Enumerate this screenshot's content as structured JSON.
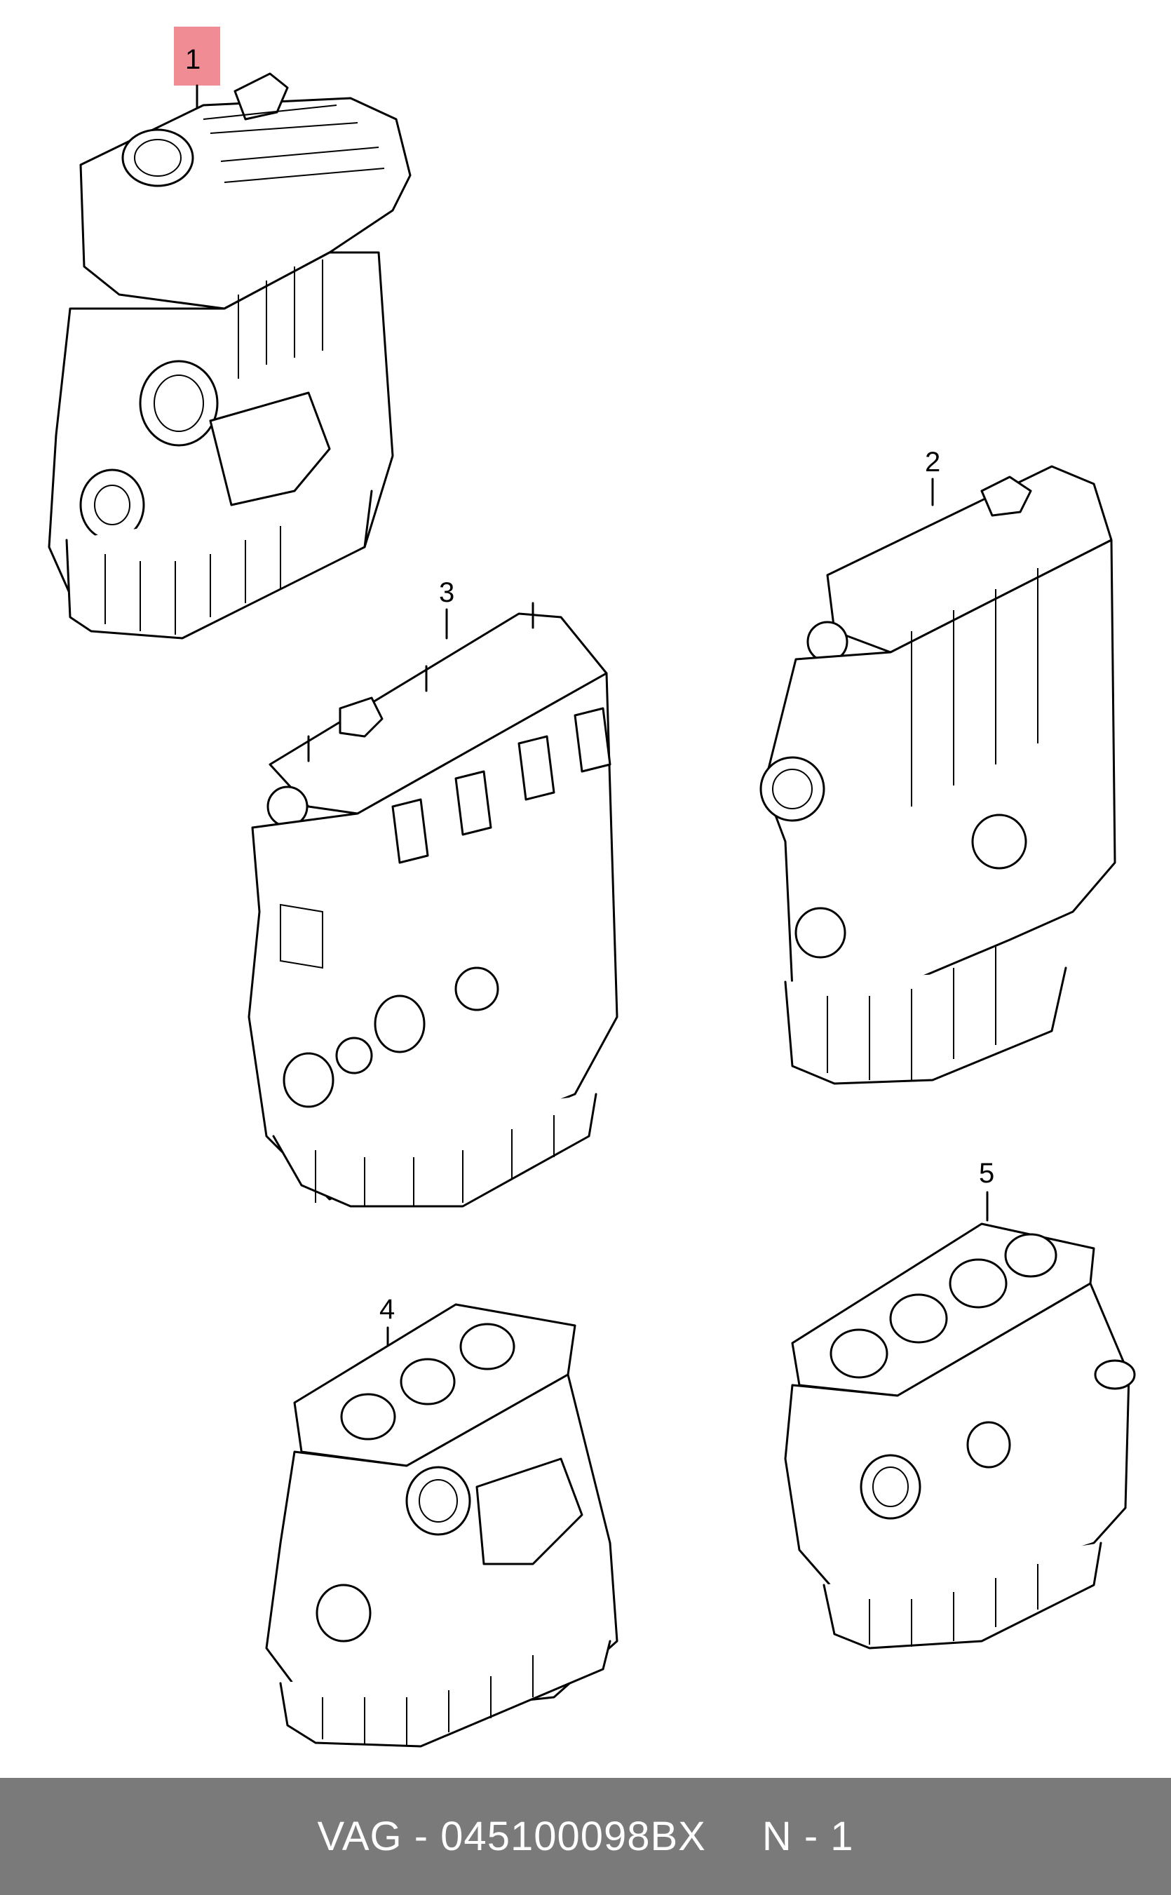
{
  "callouts": [
    {
      "label": "1",
      "highlight_color": "#f08c93"
    },
    {
      "label": "2"
    },
    {
      "label": "3"
    },
    {
      "label": "4"
    },
    {
      "label": "5"
    }
  ],
  "footer": {
    "part_code": "VAG - 045100098BX",
    "note": "N - 1"
  }
}
